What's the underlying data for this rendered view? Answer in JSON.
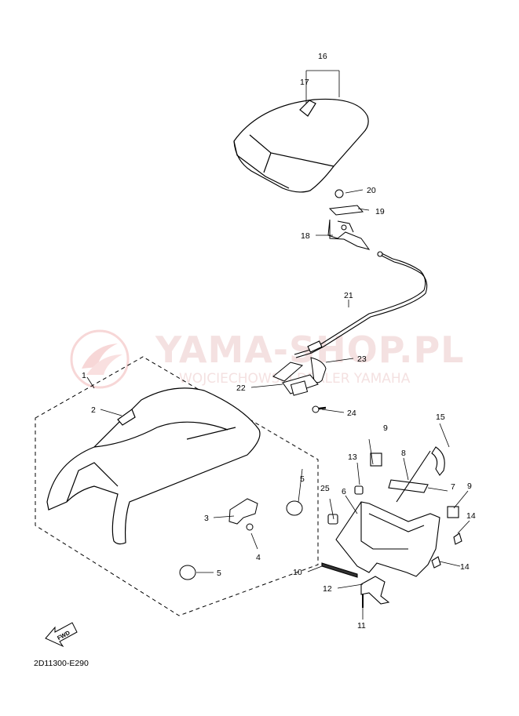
{
  "diagram": {
    "catalog_code": "2D11300-E290",
    "fwd_label": "FWD",
    "callouts": [
      {
        "id": "c1",
        "text": "1"
      },
      {
        "id": "c2",
        "text": "2"
      },
      {
        "id": "c3",
        "text": "3"
      },
      {
        "id": "c4",
        "text": "4"
      },
      {
        "id": "c5a",
        "text": "5"
      },
      {
        "id": "c5b",
        "text": "5"
      },
      {
        "id": "c6",
        "text": "6"
      },
      {
        "id": "c7",
        "text": "7"
      },
      {
        "id": "c8",
        "text": "8"
      },
      {
        "id": "c9a",
        "text": "9"
      },
      {
        "id": "c9b",
        "text": "9"
      },
      {
        "id": "c10",
        "text": "10"
      },
      {
        "id": "c11",
        "text": "11"
      },
      {
        "id": "c12",
        "text": "12"
      },
      {
        "id": "c13",
        "text": "13"
      },
      {
        "id": "c14a",
        "text": "14"
      },
      {
        "id": "c14b",
        "text": "14"
      },
      {
        "id": "c15",
        "text": "15"
      },
      {
        "id": "c16",
        "text": "16"
      },
      {
        "id": "c17",
        "text": "17"
      },
      {
        "id": "c18",
        "text": "18"
      },
      {
        "id": "c19",
        "text": "19"
      },
      {
        "id": "c20",
        "text": "20"
      },
      {
        "id": "c21",
        "text": "21"
      },
      {
        "id": "c22",
        "text": "22"
      },
      {
        "id": "c23",
        "text": "23"
      },
      {
        "id": "c24",
        "text": "24"
      },
      {
        "id": "c25",
        "text": "25"
      }
    ]
  },
  "watermark": {
    "title": "YAMA-SHOP.PL",
    "subtitle": "WOJCIECHOWSKI DEALER YAMAHA",
    "color": "#f2b8b8"
  }
}
